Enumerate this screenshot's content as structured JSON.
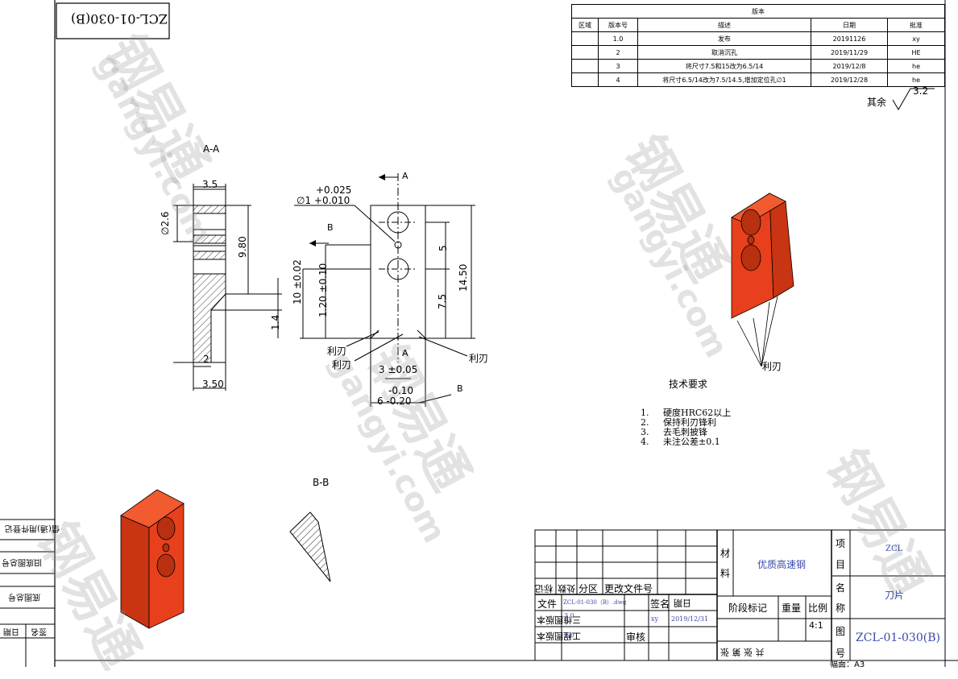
{
  "drawing_id_box": "ZCL-01-030(B)",
  "revision_table": {
    "title": "版本",
    "headers": [
      "区域",
      "版本号",
      "描述",
      "日期",
      "批准"
    ],
    "rows": [
      [
        "",
        "1.0",
        "发布",
        "20191126",
        "xy"
      ],
      [
        "",
        "2",
        "取消沉孔",
        "2019/11/29",
        "HE"
      ],
      [
        "",
        "3",
        "将尺寸7.5和15改为6.5/14",
        "2019/12/8",
        "he"
      ],
      [
        "",
        "4",
        "将尺寸6.5/14改为7.5/14.5,增加定位孔∅1",
        "2019/12/28",
        "he"
      ]
    ]
  },
  "roughness": {
    "prefix": "其余",
    "value": "3.2"
  },
  "views": {
    "section_aa": "A-A",
    "section_bb": "B-B",
    "marker_a": "A",
    "marker_b": "B"
  },
  "dims": {
    "aa_width_top": "3.5",
    "aa_dia": "∅2.6",
    "aa_980": "9.80",
    "aa_14": "1.4",
    "aa_2": "2",
    "aa_350": "3.50",
    "hole_tol_top": "+0.025",
    "hole_tol_main": "∅1 +0.010",
    "d_5": "5",
    "d_1450": "14.50",
    "d_10": "10 ±0.02",
    "d_120": "1.20 ±0.10",
    "d_75": "7.5",
    "d_3": "3 ±0.05",
    "d_6_tol": "-0.10",
    "d_6": "6 -0.20"
  },
  "notes": {
    "edge_left": "利刃",
    "edge_left2": "利刃",
    "edge_right": "利刃",
    "edge_3d": "利刃"
  },
  "tech_requirements": {
    "title": "技术要求",
    "items": [
      {
        "num": "1.",
        "text": "硬度HRC62以上"
      },
      {
        "num": "2.",
        "text": "保持利刃锋利"
      },
      {
        "num": "3.",
        "text": "去毛刺披锋"
      },
      {
        "num": "4.",
        "text": "未注公差±0.1"
      }
    ]
  },
  "title_block": {
    "hdr_biaoji": "标记",
    "hdr_chushu": "处数",
    "hdr_fenqu": "分区",
    "hdr_gengai": "更改文件号",
    "file_label": "文件",
    "file_value": "ZCL-01-030（B）.dwg",
    "sign_label": "签名",
    "date_label": "日期",
    "ver3d_label": "三维图版本",
    "ver3d_value": "3.0",
    "ver2d_label": "工程图版本",
    "ver2d_value": "3.0",
    "designer": "xy",
    "design_date": "2019/12/31",
    "review_label": "审核",
    "material_label_1": "材",
    "material_label_2": "料",
    "material_value": "优质高速钢",
    "stage_label": "阶段标记",
    "weight_label": "重量",
    "scale_label": "比例",
    "scale_value": "4:1",
    "sheets": "共    张  第    张",
    "project_label_1": "项",
    "project_label_2": "目",
    "project_value": "ZCL",
    "name_label_1": "名",
    "name_label_2": "称",
    "name_value": "刀片",
    "drawing_label_1": "图",
    "drawing_label_2": "号",
    "drawing_value": "ZCL-01-030(B)",
    "sheet_size": "幅面：A3"
  },
  "side_strip": {
    "l1": "借(通)用件登记",
    "l2": "旧底图总号",
    "l3": "底图总号",
    "l4": "日期",
    "l5": "签名"
  },
  "watermark": {
    "brand": "钢易通",
    "url": "gangyi.com"
  },
  "colors": {
    "part": "#e8401c",
    "part_dark": "#b8300f",
    "part_light": "#f25a30"
  }
}
